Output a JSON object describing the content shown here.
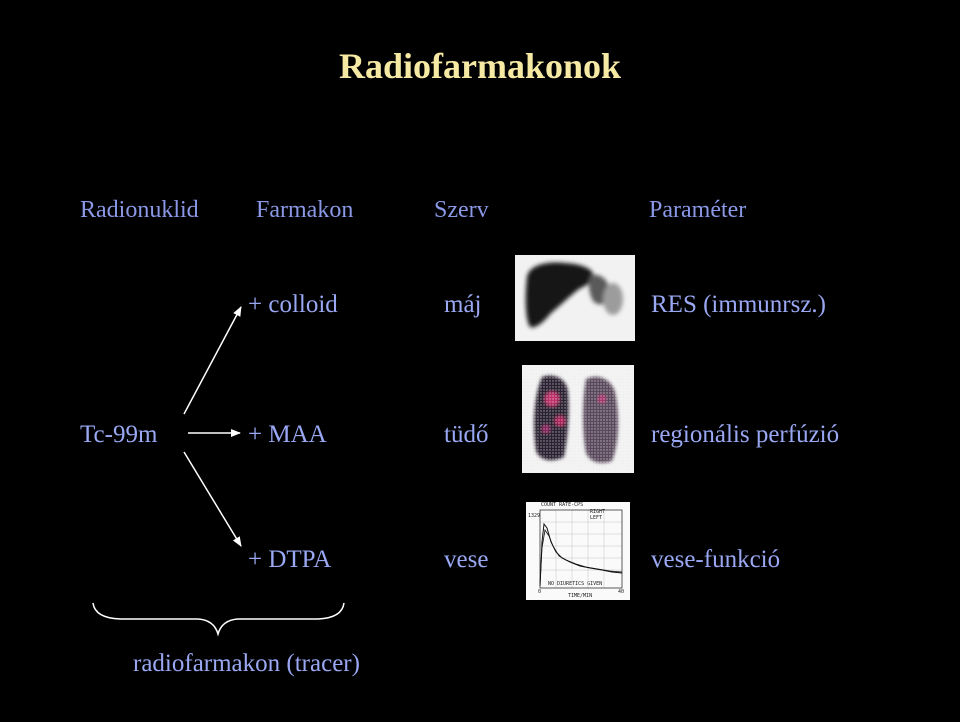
{
  "slide": {
    "title": "Radiofarmakonok",
    "headers": {
      "radionuklid": "Radionuklid",
      "farmakon": "Farmakon",
      "szerv": "Szerv",
      "parameter": "Paraméter"
    },
    "source": "Tc-99m",
    "rows": [
      {
        "farmakon": "+ colloid",
        "szerv": "máj",
        "parameter": "RES (immunrsz.)"
      },
      {
        "farmakon": "+ MAA",
        "szerv": "tüdő",
        "parameter": "regionális perfúzió"
      },
      {
        "farmakon": "+ DTPA",
        "szerv": "vese",
        "parameter": "vese-funkció"
      }
    ],
    "brace_label": "radiofarmakon (tracer)",
    "renogram": {
      "header": "COUNT RATE-CPS",
      "ymax": "1329",
      "legend_right": "RIGHT",
      "legend_left": "LEFT",
      "note": "NO DIURETICS GIVEN",
      "x_start": "0",
      "x_end": "40",
      "xlabel": "TIME/MIN"
    },
    "colors": {
      "background": "#000000",
      "title": "#f5e9a4",
      "text": "#9aa8f4",
      "arrow": "#ffffff"
    }
  }
}
